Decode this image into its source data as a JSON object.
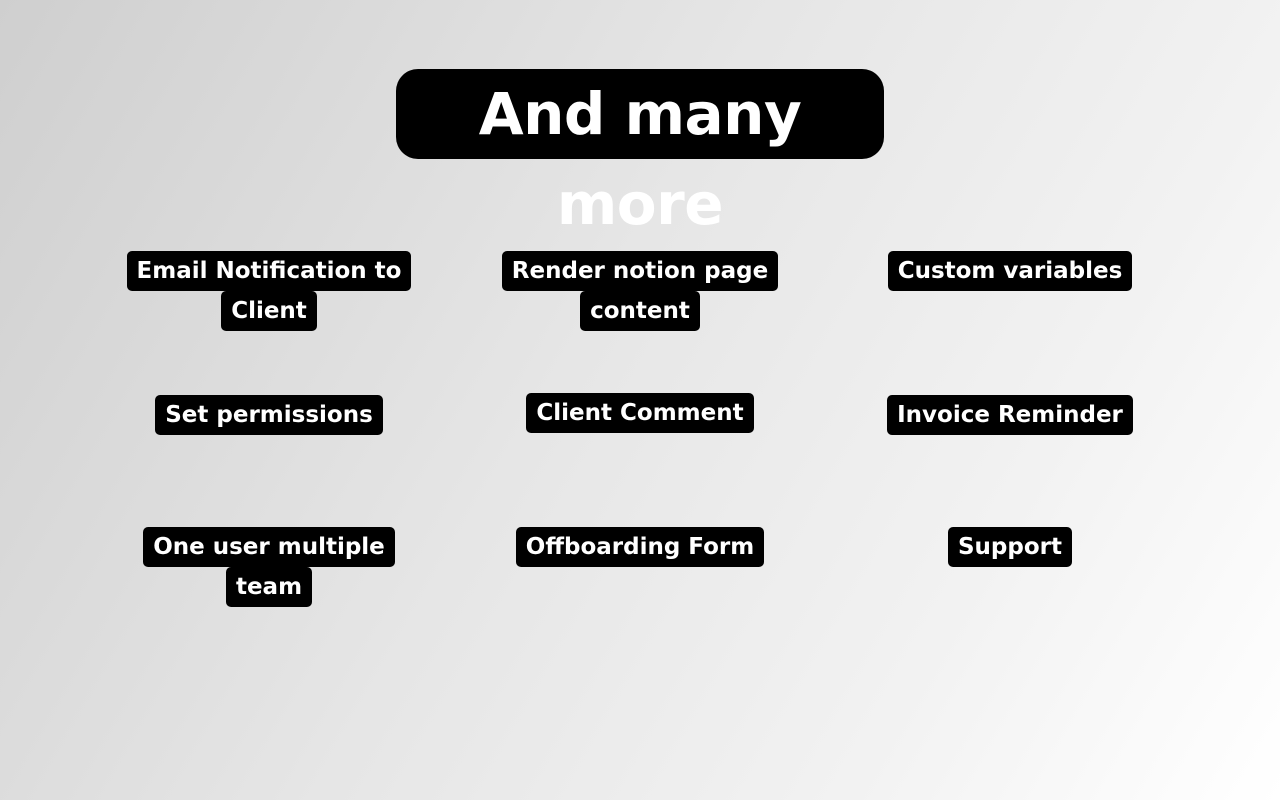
{
  "page": {
    "title": "And many more"
  },
  "features": [
    {
      "lines": [
        "Email Notification to",
        "Client"
      ]
    },
    {
      "lines": [
        "Render notion page",
        "content"
      ]
    },
    {
      "lines": [
        "Custom variables"
      ]
    },
    {
      "lines": [
        "Set permissions"
      ]
    },
    {
      "lines": [
        "Client Comment"
      ]
    },
    {
      "lines": [
        "Invoice Reminder"
      ]
    },
    {
      "lines": [
        "One user multiple",
        "team"
      ]
    },
    {
      "lines": [
        "Offboarding Form"
      ]
    },
    {
      "lines": [
        "Support"
      ]
    }
  ],
  "colors": {
    "label_background": "#000000",
    "label_text": "#ffffff"
  }
}
